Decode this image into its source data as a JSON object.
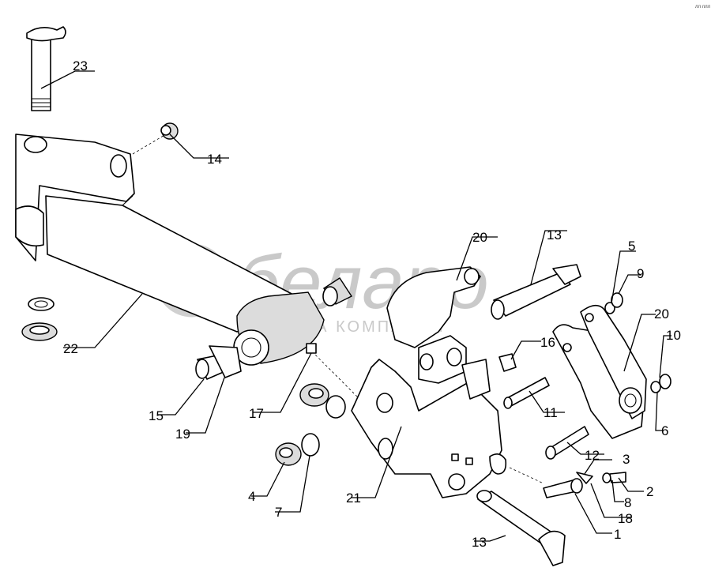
{
  "watermark": {
    "brand": "беларо",
    "subtitle": "ГРУППА КОМПАНИЙ"
  },
  "corner_mark": "лл ллл",
  "callouts": [
    {
      "id": "c23",
      "text": "23"
    },
    {
      "id": "c14",
      "text": "14"
    },
    {
      "id": "c22",
      "text": "22"
    },
    {
      "id": "c15",
      "text": "15"
    },
    {
      "id": "c19",
      "text": "19"
    },
    {
      "id": "c17",
      "text": "17"
    },
    {
      "id": "c4",
      "text": "4"
    },
    {
      "id": "c7",
      "text": "7"
    },
    {
      "id": "c21",
      "text": "21"
    },
    {
      "id": "c20a",
      "text": "20"
    },
    {
      "id": "c13a",
      "text": "13"
    },
    {
      "id": "c16",
      "text": "16"
    },
    {
      "id": "c11",
      "text": "11"
    },
    {
      "id": "c12",
      "text": "12"
    },
    {
      "id": "c3",
      "text": "3"
    },
    {
      "id": "c2",
      "text": "2"
    },
    {
      "id": "c8",
      "text": "8"
    },
    {
      "id": "c18",
      "text": "18"
    },
    {
      "id": "c1",
      "text": "1"
    },
    {
      "id": "c13b",
      "text": "13"
    },
    {
      "id": "c5",
      "text": "5"
    },
    {
      "id": "c9",
      "text": "9"
    },
    {
      "id": "c20b",
      "text": "20"
    },
    {
      "id": "c10",
      "text": "10"
    },
    {
      "id": "c6",
      "text": "6"
    }
  ]
}
